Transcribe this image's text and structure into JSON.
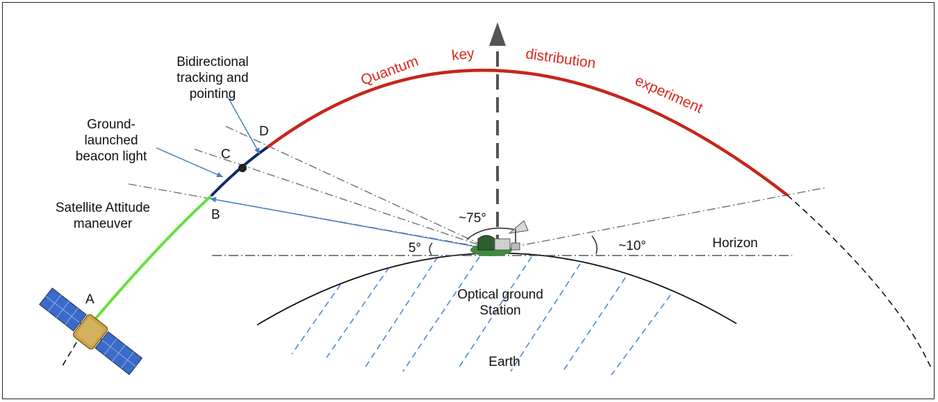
{
  "labels": {
    "bidirectional": [
      "Bidirectional",
      "tracking and",
      "pointing"
    ],
    "beacon": [
      "Ground-",
      "launched",
      "beacon light"
    ],
    "maneuver": [
      "Satellite Attitude",
      "maneuver"
    ],
    "point_a": "A",
    "point_b": "B",
    "point_c": "C",
    "point_d": "D",
    "angle_75": "~75°",
    "angle_5": "5°",
    "angle_10": "~10°",
    "horizon": "Horizon",
    "station": [
      "Optical ground",
      "Station"
    ],
    "earth": "Earth",
    "qkd_words": [
      "Quantum",
      "key",
      "distribution",
      "experiment"
    ]
  },
  "colors": {
    "qkd_arc": "#c8251b",
    "qkd_text": "#d62a1e",
    "beacon_segment": "#0f2a6b",
    "maneuver_segment": "#66e03a",
    "pointer": "#4a7fc1",
    "hatch": "#4d86d6"
  }
}
